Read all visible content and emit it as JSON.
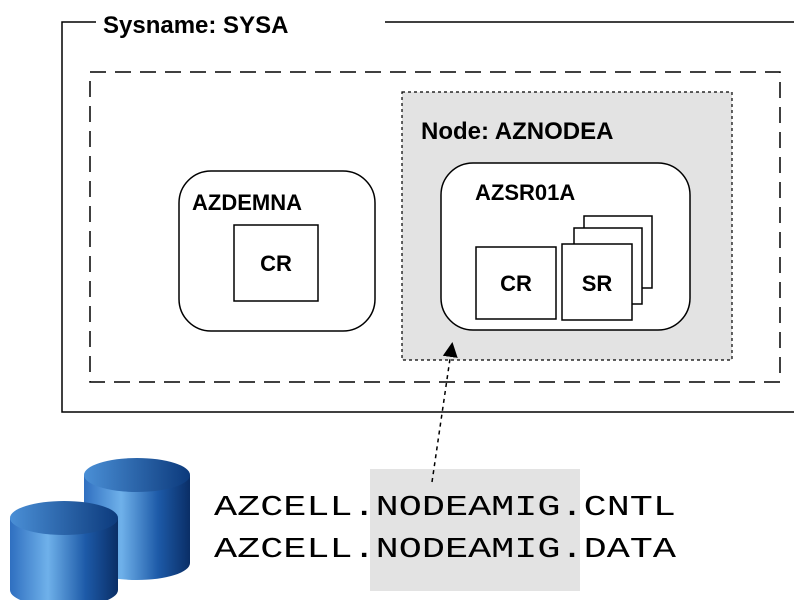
{
  "system": {
    "label": "Sysname: SYSA"
  },
  "node": {
    "label": "Node: AZNODEA"
  },
  "servers": {
    "demon": {
      "name": "AZDEMNA",
      "region": "CR"
    },
    "server": {
      "name": "AZSR01A",
      "control_region": "CR",
      "servant_region": "SR"
    }
  },
  "datasets": {
    "lines": [
      {
        "prefix": "AZCELL.",
        "highlight": "NODEAMIG",
        "suffix": ".CNTL"
      },
      {
        "prefix": "AZCELL.",
        "highlight": "NODEAMIG",
        "suffix": ".DATA"
      }
    ],
    "icon": "database-icon"
  },
  "colors": {
    "node_fill": "#e3e3e3",
    "highlight_fill": "#e3e3e3",
    "cylinder_dark": "#0a3f86",
    "cylinder_light": "#5ca3e0"
  }
}
